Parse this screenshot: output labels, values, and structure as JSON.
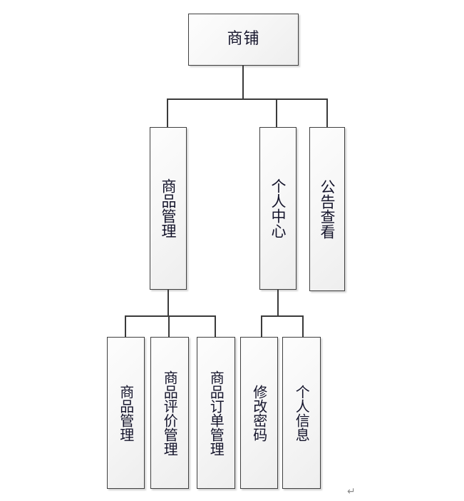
{
  "diagram": {
    "title_node": {
      "label": "商铺"
    },
    "level2": [
      {
        "label": "商品管理"
      },
      {
        "label": "个人中心"
      },
      {
        "label": "公告查看"
      }
    ],
    "level3_products": [
      {
        "label": "商品管理"
      },
      {
        "label": "商品评价管理"
      },
      {
        "label": "商品订单管理"
      }
    ],
    "level3_personal": [
      {
        "label": "修改密码"
      },
      {
        "label": "个人信息"
      }
    ],
    "marks": {
      "paragraph_mark": "↵"
    },
    "colors": {
      "box_border": "#3f3f3f",
      "box_fill": "#f7f7f7",
      "connector": "#3a3a3a",
      "text": "#14142b",
      "mark": "#8a8a8a"
    }
  }
}
